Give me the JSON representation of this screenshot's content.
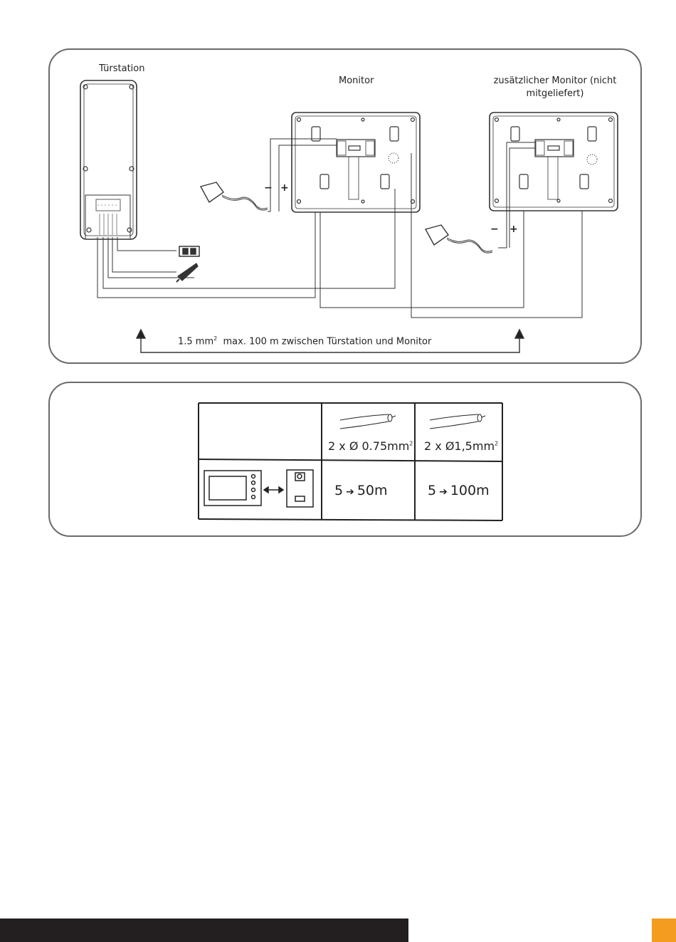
{
  "wiring": {
    "door_station_label": "Türstation",
    "monitor_label": "Monitor",
    "extra_monitor_label": "zusätzlicher Monitor (nicht mitgeliefert)",
    "minus": "−",
    "plus": "+",
    "distance_prefix": "1.5 mm",
    "distance_sup": "2",
    "distance_suffix": "  max. 100 m zwischen Türstation und Monitor"
  },
  "cable_table": {
    "col1_prefix": "2 x Ø 0.75mm",
    "col1_sup": "2",
    "col2_prefix": "2 x Ø1,5mm",
    "col2_sup": "2",
    "row1_a_count": "5",
    "row1_a_len": "50m",
    "row1_b_count": "5",
    "row1_b_len": "100m",
    "arrow": "➔"
  },
  "colors": {
    "footer_bar": "#231f20",
    "page_tab": "#f39c1f",
    "panel_border": "#6b6b6b"
  }
}
